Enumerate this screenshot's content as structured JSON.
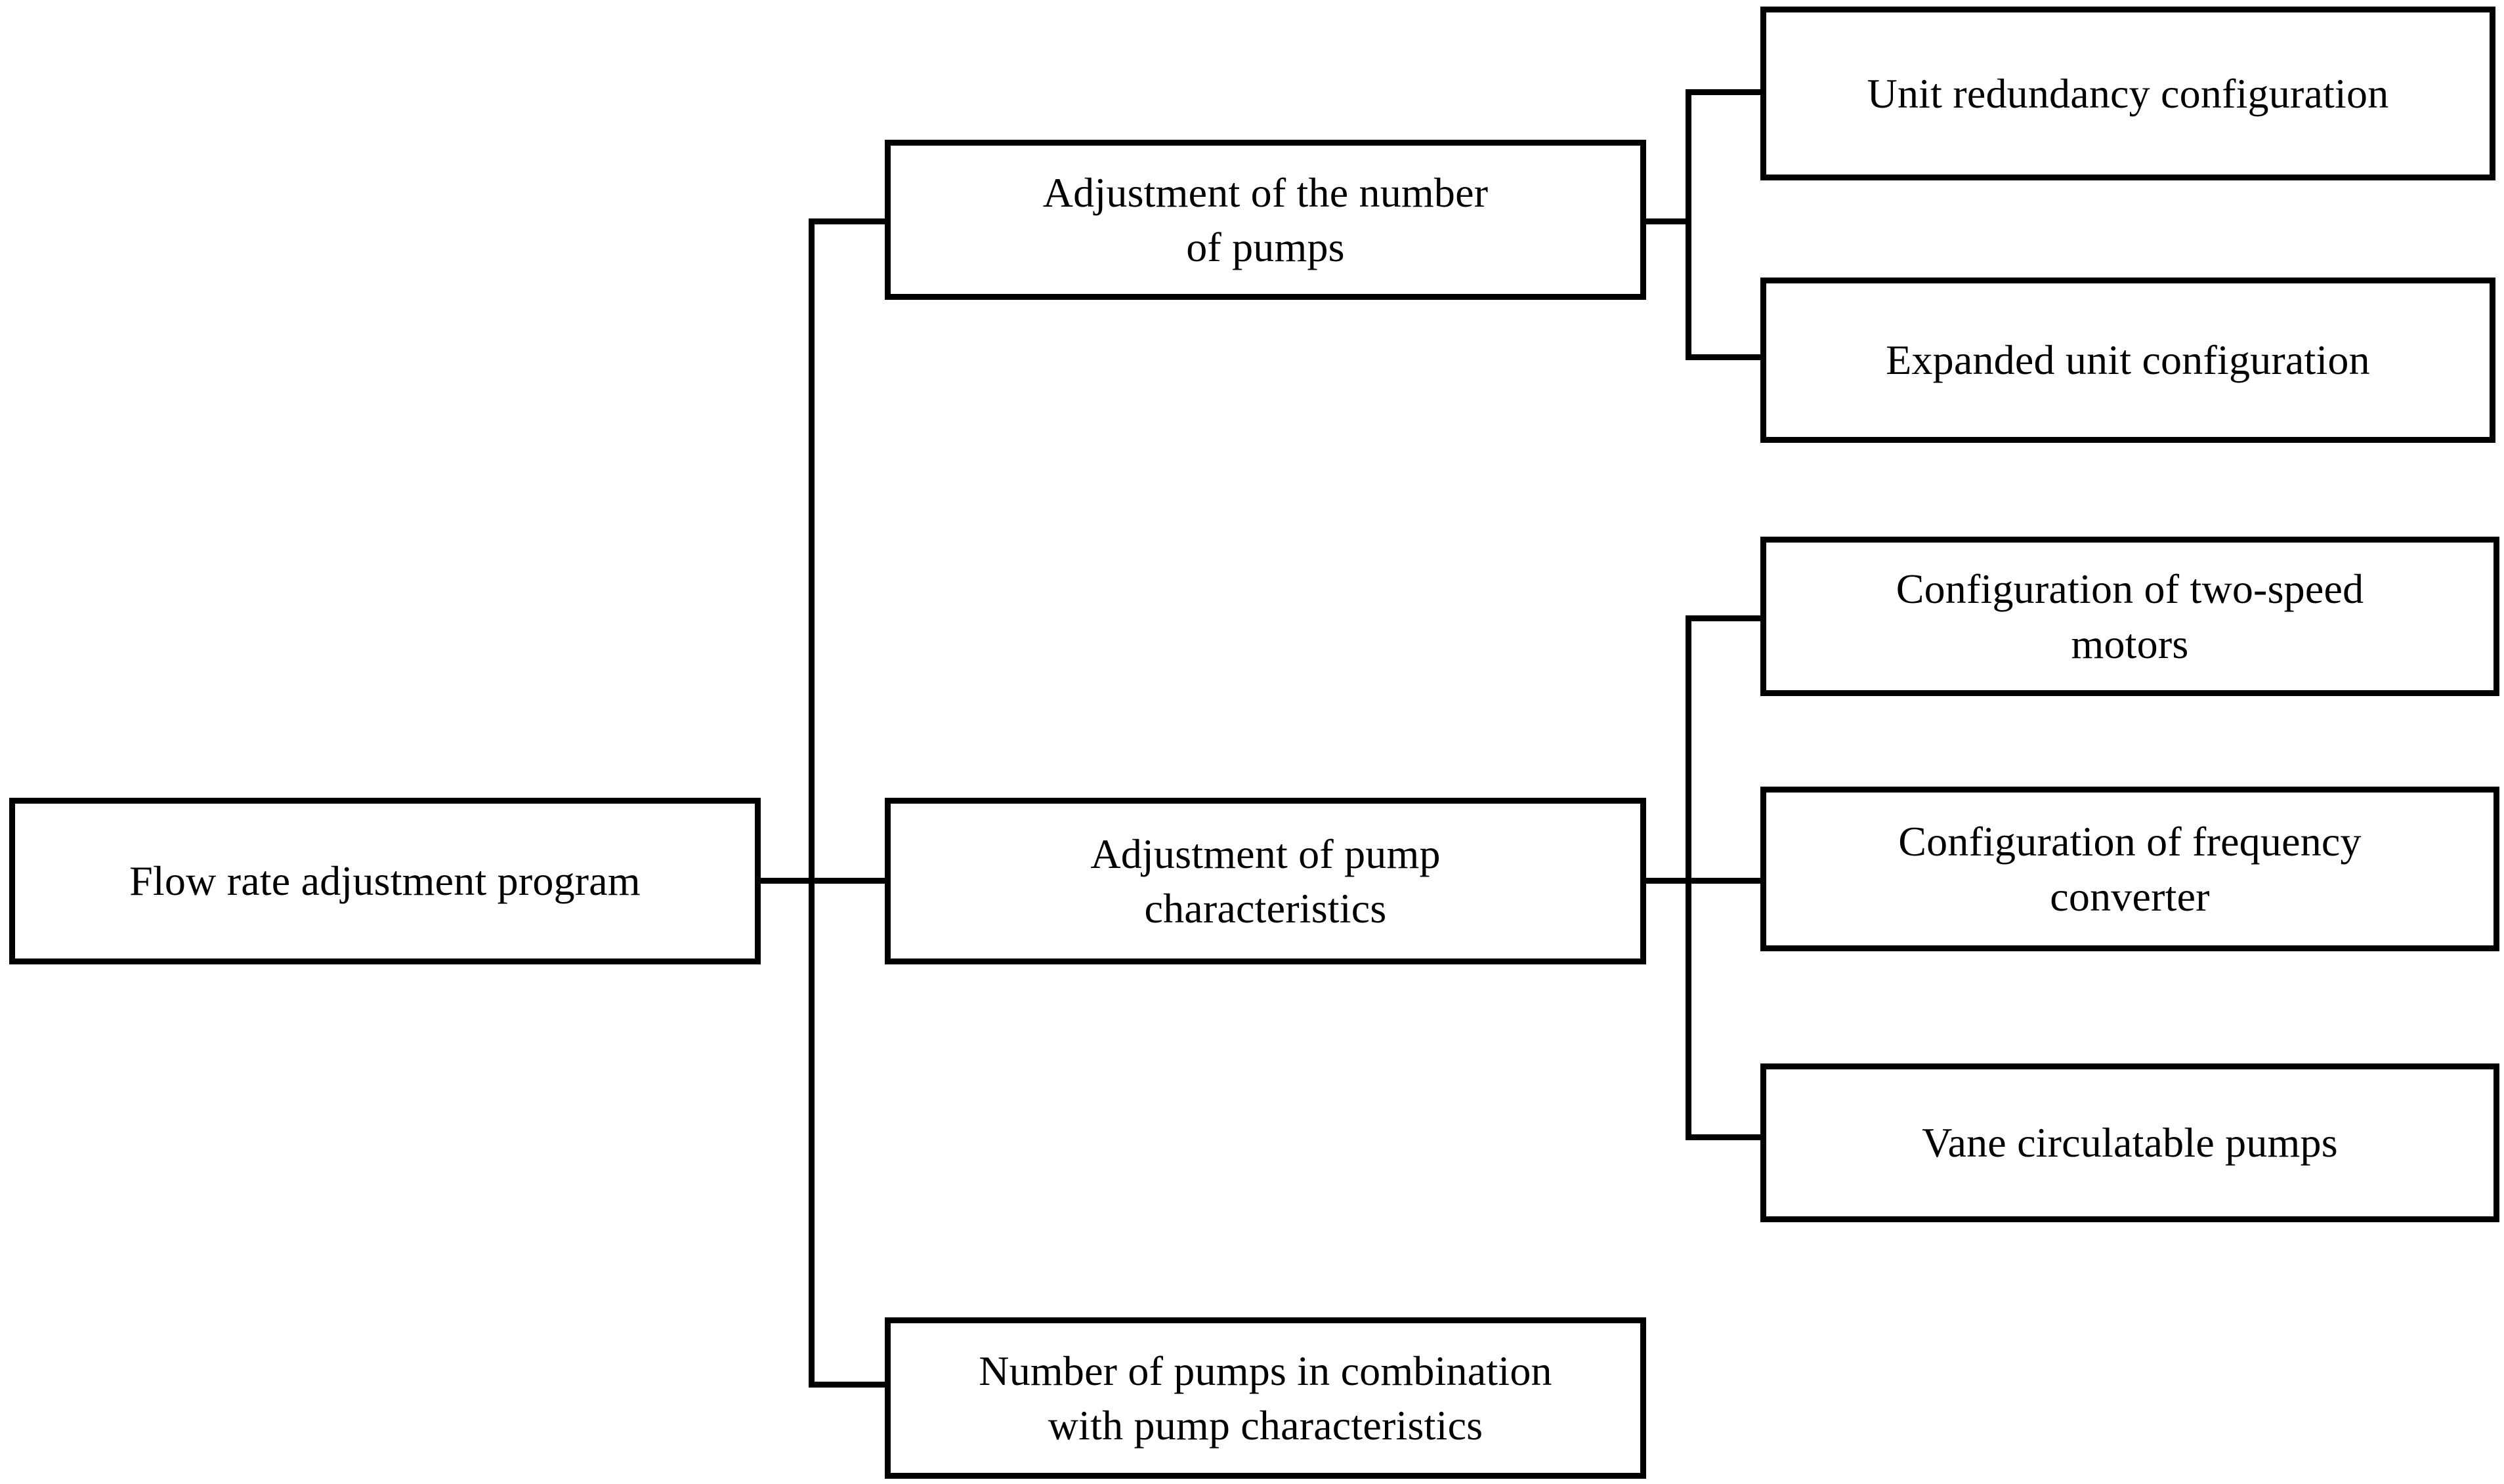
{
  "diagram": {
    "title": "Flow rate adjustment program",
    "type": "horizontal tree / hierarchy block diagram",
    "style": {
      "box_fill": "#ffffff",
      "box_border": "#000000",
      "connector_color": "#000000",
      "background": "#ffffff"
    },
    "nodes": {
      "root": {
        "label": "Flow rate adjustment program",
        "level": 1
      },
      "level2": [
        {
          "id": "pump-count",
          "label": "Adjustment of the number\nof pumps"
        },
        {
          "id": "pump-char",
          "label": "Adjustment of pump\ncharacteristics"
        },
        {
          "id": "combination",
          "label": "Number of pumps in combination\nwith pump characteristics"
        }
      ],
      "level3": {
        "pump_count_children": [
          {
            "id": "unit-redundancy",
            "label": "Unit redundancy configuration"
          },
          {
            "id": "expanded-unit",
            "label": "Expanded unit configuration"
          }
        ],
        "pump_char_children": [
          {
            "id": "two-speed",
            "label": "Configuration of two-speed\nmotors"
          },
          {
            "id": "freq-converter",
            "label": "Configuration of frequency\nconverter"
          },
          {
            "id": "vane-pumps",
            "label": "Vane circulatable pumps"
          }
        ]
      }
    },
    "edges": [
      {
        "from": "root",
        "to": "pump-count"
      },
      {
        "from": "root",
        "to": "pump-char"
      },
      {
        "from": "root",
        "to": "combination"
      },
      {
        "from": "pump-count",
        "to": "unit-redundancy"
      },
      {
        "from": "pump-count",
        "to": "expanded-unit"
      },
      {
        "from": "pump-char",
        "to": "two-speed"
      },
      {
        "from": "pump-char",
        "to": "freq-converter"
      },
      {
        "from": "pump-char",
        "to": "vane-pumps"
      }
    ]
  }
}
